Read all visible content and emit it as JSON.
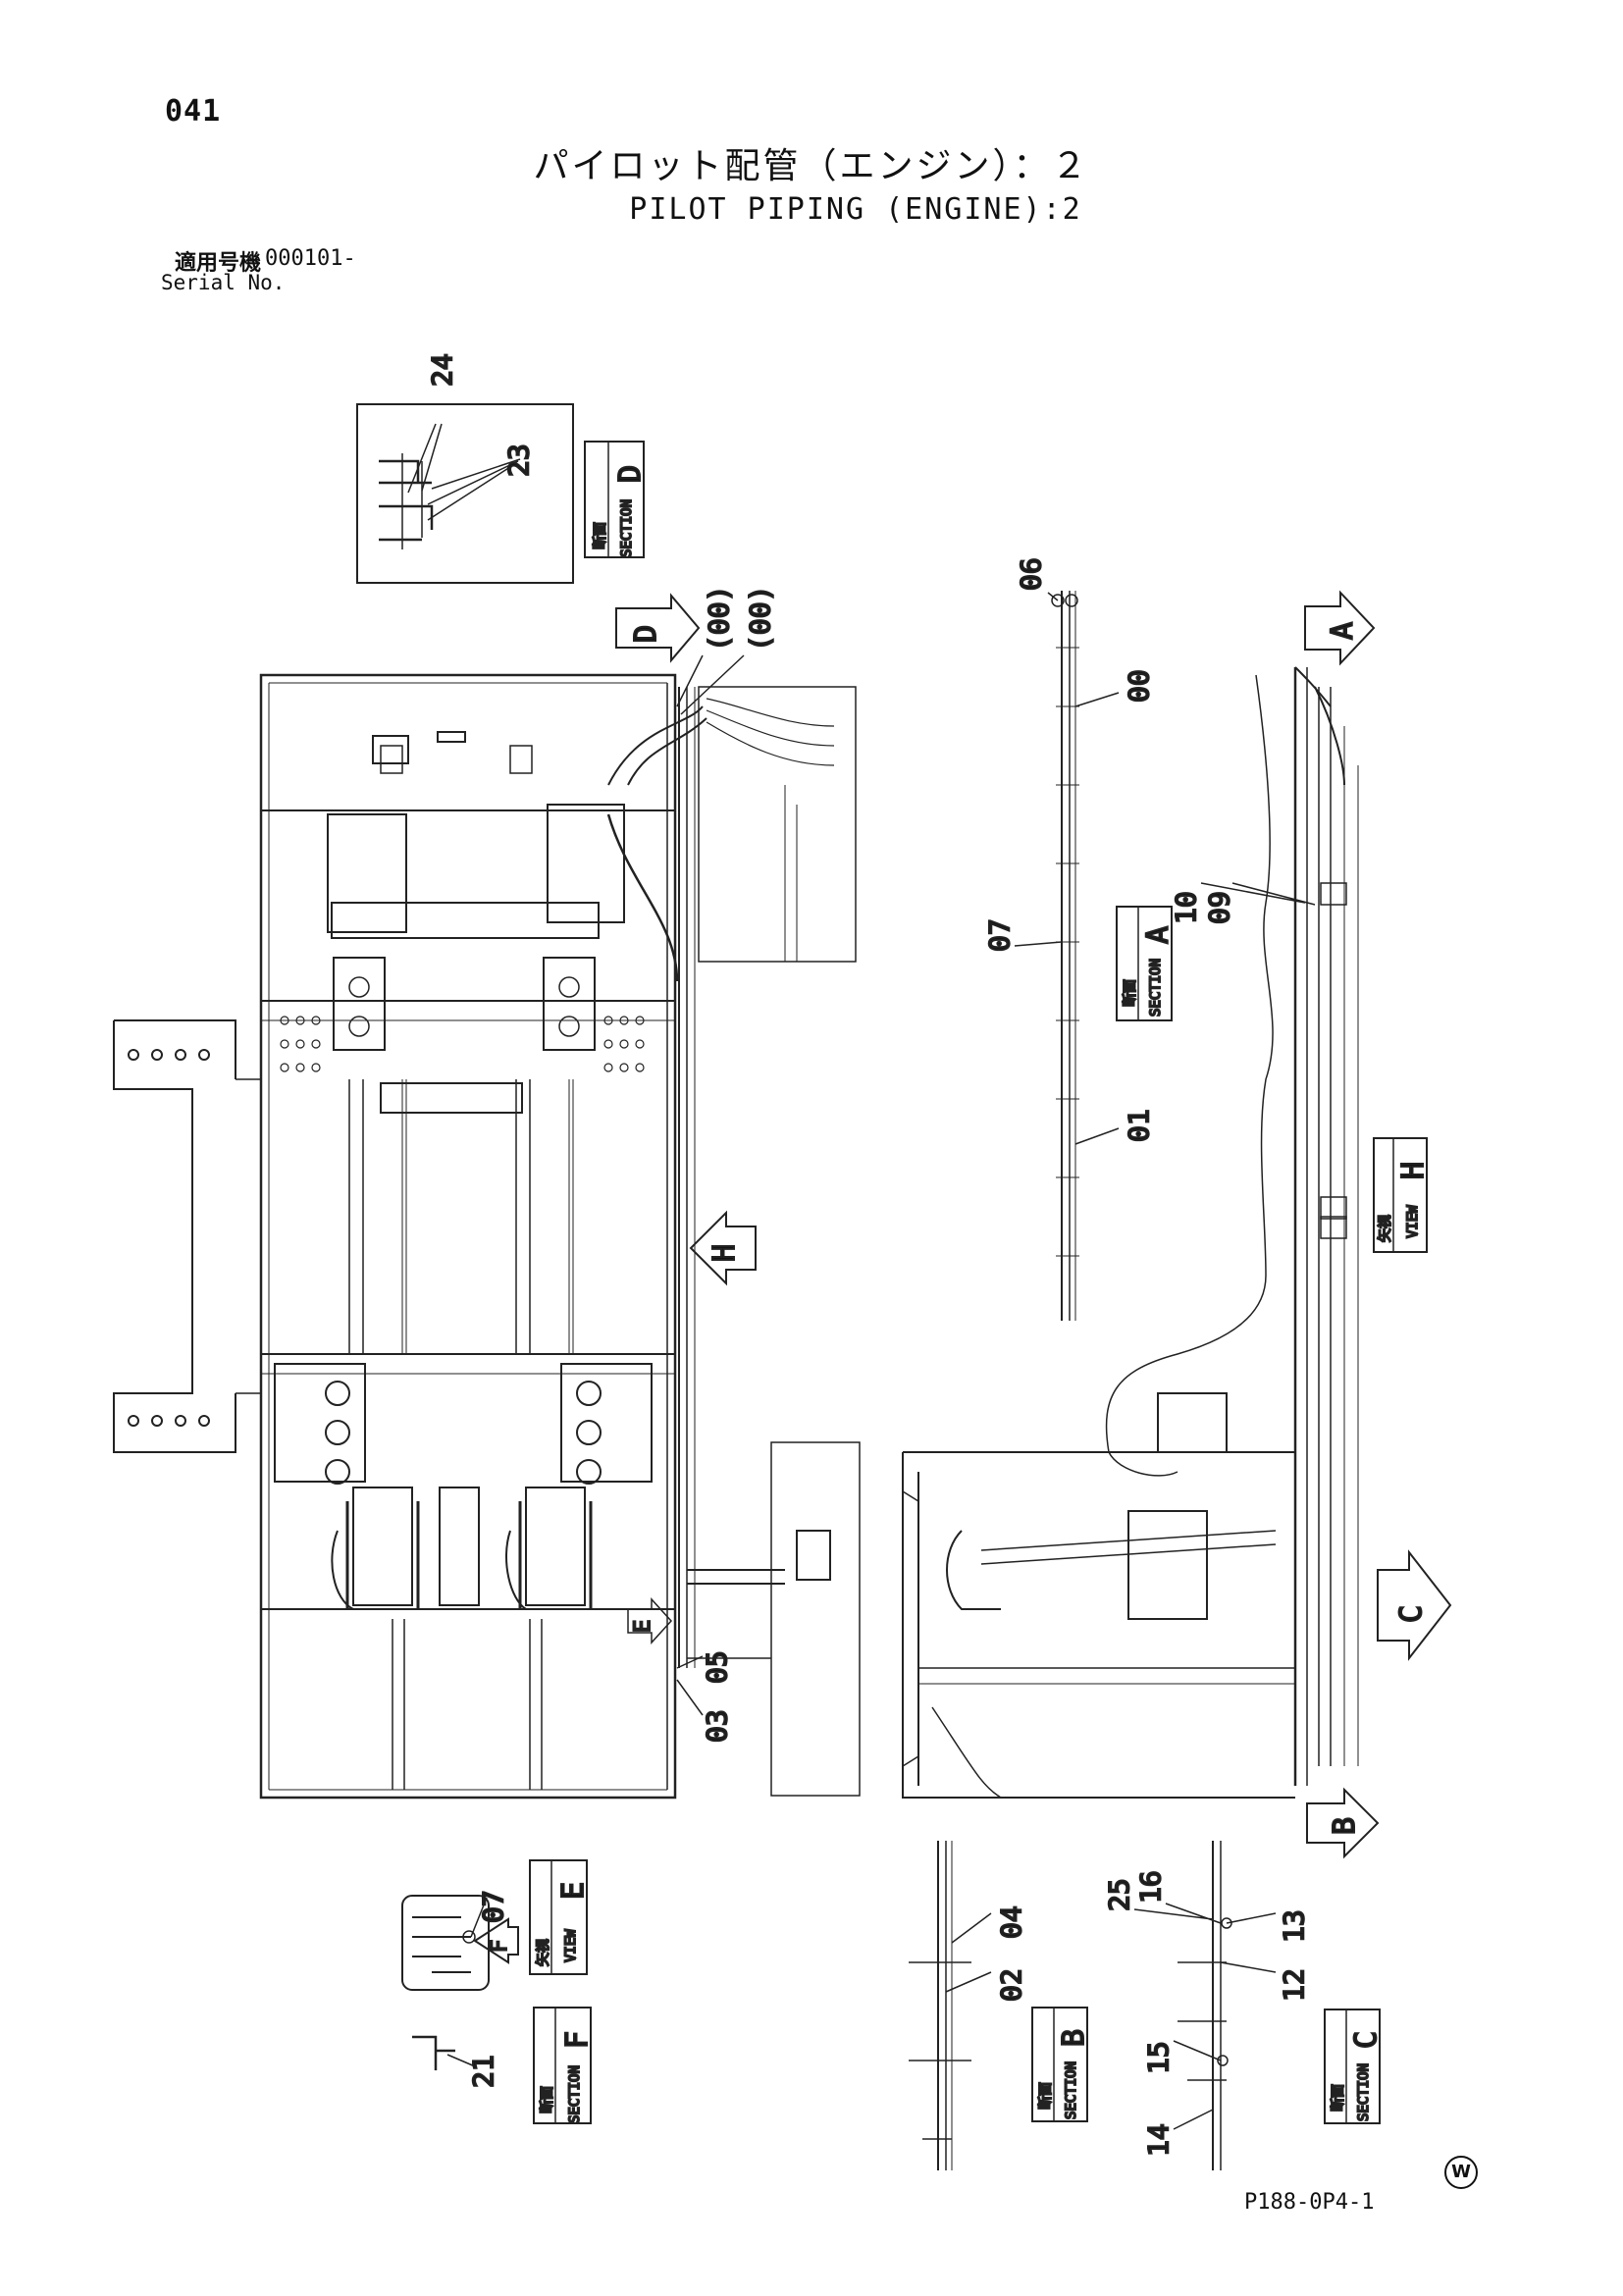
{
  "page": {
    "number": "041",
    "title_jp": "パイロット配管（エンジン）：２",
    "title_en": "PILOT PIPING (ENGINE):2",
    "serial_label_jp": "適用号機",
    "serial_value": "000101-",
    "serial_label_en": "Serial No.",
    "doc_ref": "P188-0P4-1",
    "watermark_letter": "W"
  },
  "view_labels": {
    "section_jp": "断面",
    "view_jp": "矢視",
    "section_en": "SECTION",
    "view_en": "VIEW",
    "section_a": "A",
    "section_b": "B",
    "section_c": "C",
    "section_d": "D",
    "section_f": "F",
    "view_e": "E",
    "view_h": "H"
  },
  "arrows": {
    "a": "A",
    "b": "B",
    "c": "C",
    "d": "D",
    "e": "E",
    "f": "F",
    "h": "H"
  },
  "callouts": {
    "c24": "24",
    "c23": "23",
    "c00a": "(00)",
    "c00b": "(00)",
    "c06": "06",
    "c00": "00",
    "c07a": "07",
    "c10": "10",
    "c09": "09",
    "c01": "01",
    "c05": "05",
    "c03": "03",
    "c07b": "07",
    "c21": "21",
    "c04": "04",
    "c02": "02",
    "c25": "25",
    "c16": "16",
    "c13": "13",
    "c12": "12",
    "c15": "15",
    "c14": "14"
  }
}
